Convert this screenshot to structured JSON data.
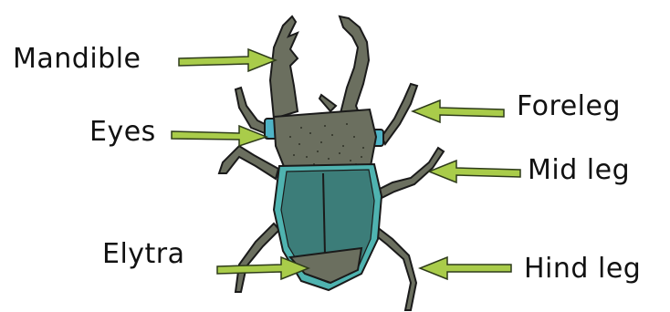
{
  "labels": {
    "mandible": "Mandible",
    "eyes": "Eyes",
    "elytra": "Elytra",
    "foreleg": "Foreleg",
    "mid_leg": "Mid leg",
    "hind_leg": "Hind leg"
  },
  "colors": {
    "arrow_fill": "#a9cc4a",
    "arrow_outline": "#2e3b1a",
    "head": "#6b6f5f",
    "thorax_teal": "#3e8a87",
    "body_teal": "#3c7d79",
    "eye": "#4fb3c6",
    "legs": "#6b6f5f",
    "outline": "#1a1a1a"
  }
}
